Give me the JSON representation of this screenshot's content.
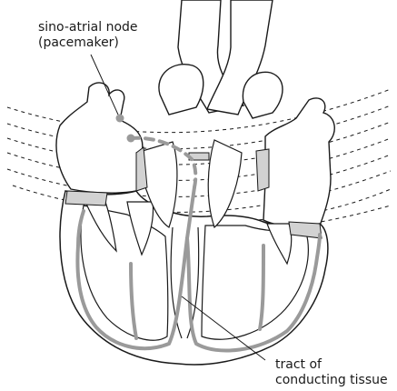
{
  "labels": {
    "sa_node": {
      "line1": "sino-atrial node",
      "line2": "(pacemaker)"
    },
    "tract": {
      "line1": "tract of",
      "line2": "conducting tissue"
    }
  },
  "colors": {
    "outline": "#1a1a1a",
    "conduction": "#9a9a9a",
    "valve_fill": "#d2d2d2",
    "wave": "#1a1a1a",
    "background": "#ffffff"
  }
}
